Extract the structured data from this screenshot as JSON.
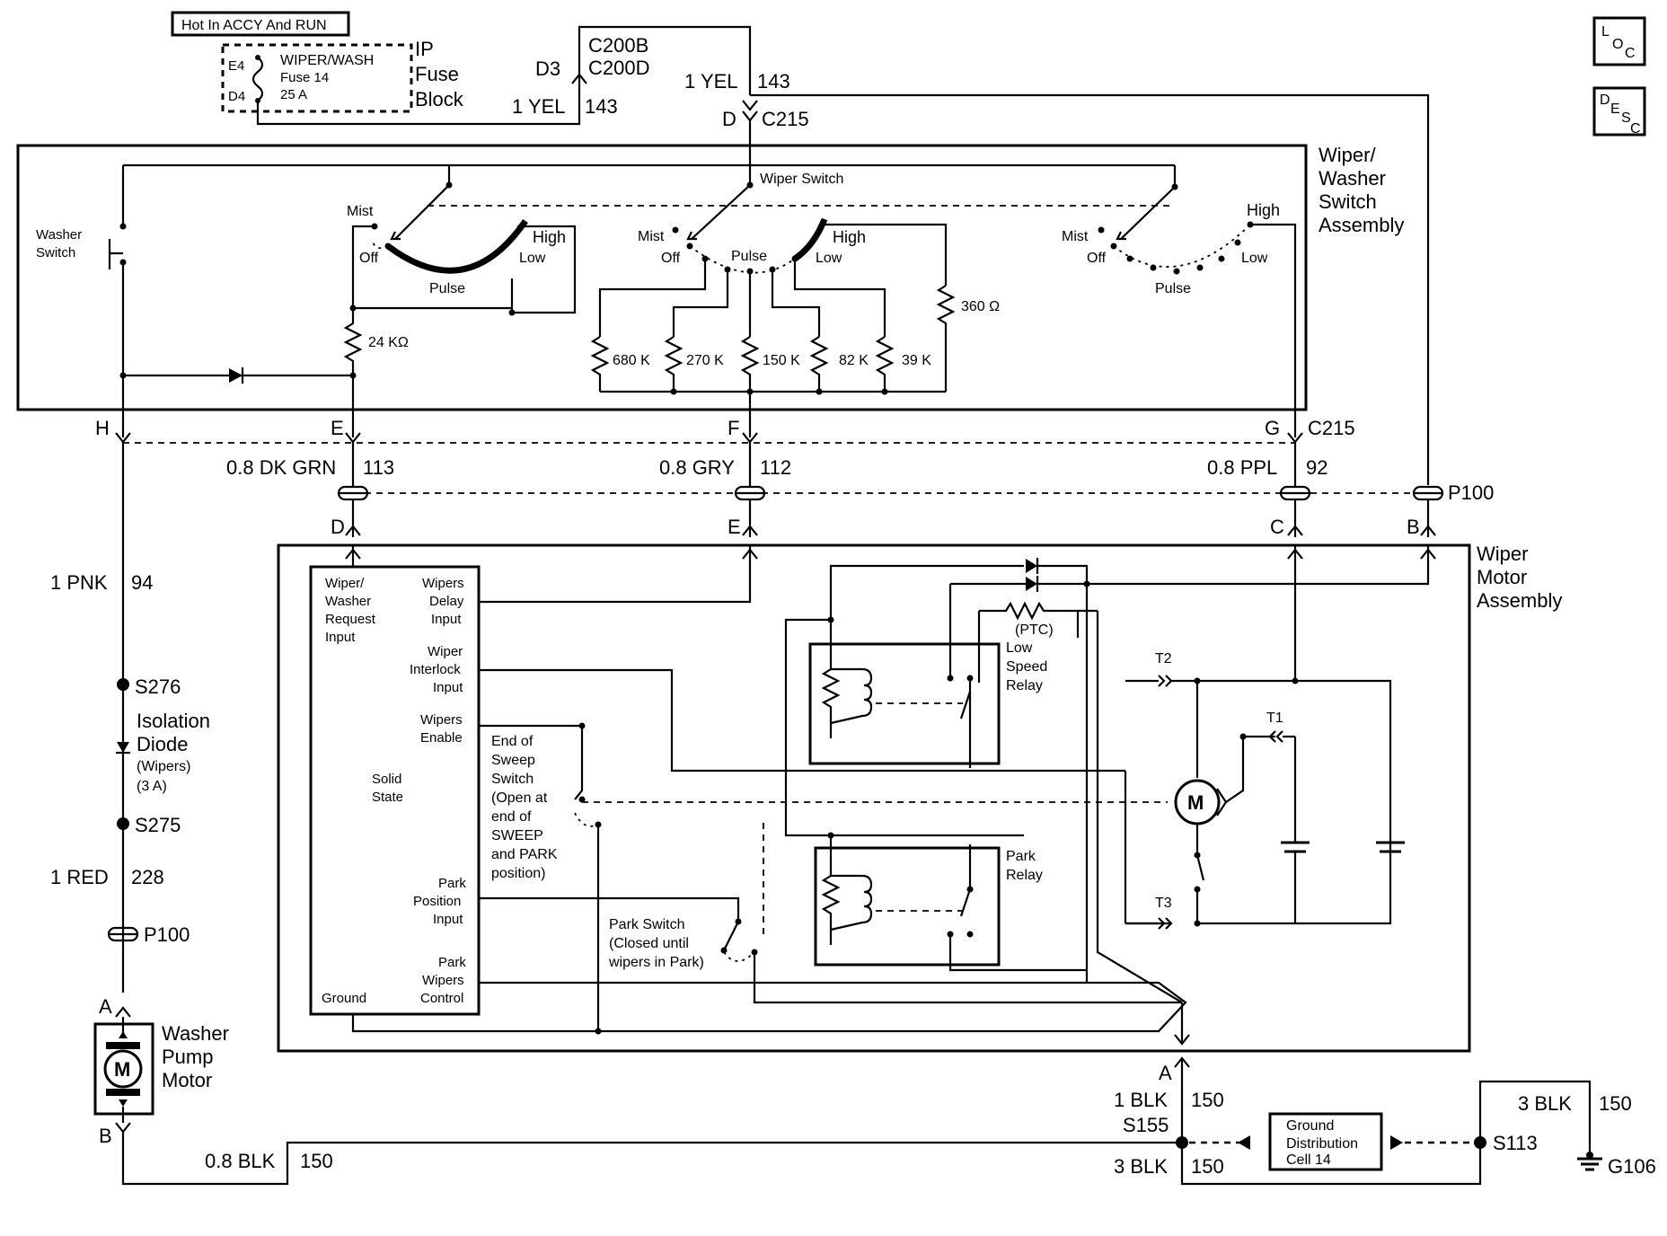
{
  "fuse": {
    "hot_label": "Hot In ACCY And RUN",
    "pin_top": "E4",
    "pin_bottom": "D4",
    "name": "WIPER/WASH",
    "fuse_no": "Fuse 14",
    "rating": "25 A",
    "block_l1": "IP",
    "block_l2": "Fuse",
    "block_l3": "Block"
  },
  "c200": {
    "pin": "D3",
    "name1": "C200B",
    "name2": "C200D",
    "wire1_color": "1 YEL",
    "wire1_circuit": "143",
    "wire2_color": "1 YEL",
    "wire2_circuit": "143"
  },
  "c215_top": {
    "pin": "D",
    "name": "C215"
  },
  "side_icons": {
    "loc": "LOC",
    "desc": "DESC"
  },
  "switch_assembly": {
    "title1": "Wiper/",
    "title2": "Washer",
    "title3": "Switch",
    "title4": "Assembly",
    "washer_switch1": "Washer",
    "washer_switch2": "Switch",
    "wiper_switch": "Wiper Switch",
    "mist": "Mist",
    "off": "Off",
    "pulse": "Pulse",
    "high": "High",
    "low": "Low",
    "r_24k": "24 KΩ",
    "r_680k": "680 K",
    "r_270k": "270 K",
    "r_150k": "150 K",
    "r_82k": "82 K",
    "r_39k": "39 K",
    "r_360": "360 Ω"
  },
  "c215_bottom": {
    "pin_h": "H",
    "pin_e": "E",
    "pin_f": "F",
    "pin_g": "G",
    "name": "C215"
  },
  "wires_mid": {
    "w113_color": "0.8 DK GRN",
    "w113_circuit": "113",
    "w112_color": "0.8 GRY",
    "w112_circuit": "112",
    "w92_color": "0.8 PPL",
    "w92_circuit": "92",
    "p100": "P100"
  },
  "motor_connector": {
    "pin_d": "D",
    "pin_e": "E",
    "pin_c": "C",
    "pin_b": "B"
  },
  "wiper_motor_assembly": {
    "title1": "Wiper",
    "title2": "Motor",
    "title3": "Assembly",
    "ss_wiper": "Wiper/",
    "ss_washer": "Washer",
    "ss_request": "Request",
    "ss_input": "Input",
    "ss_wipers1": "Wipers",
    "ss_delay": "Delay",
    "ss_input2": "Input",
    "ss_wiper2": "Wiper",
    "ss_interlock": "Interlock",
    "ss_input3": "Input",
    "ss_wipers2": "Wipers",
    "ss_enable": "Enable",
    "ss_solid": "Solid",
    "ss_state": "State",
    "ss_park": "Park",
    "ss_position": "Position",
    "ss_input4": "Input",
    "ss_park2": "Park",
    "ss_wipers3": "Wipers",
    "ss_control": "Control",
    "ss_ground": "Ground",
    "eos1": "End of",
    "eos2": "Sweep",
    "eos3": "Switch",
    "eos4": "(Open at",
    "eos5": "end of",
    "eos6": "SWEEP",
    "eos7": "and PARK",
    "eos8": "position)",
    "ps1": "Park Switch",
    "ps2": "(Closed until",
    "ps3": "wipers in Park)",
    "ptc": "(PTC)",
    "lsr1": "Low",
    "lsr2": "Speed",
    "lsr3": "Relay",
    "pr1": "Park",
    "pr2": "Relay",
    "t1": "T1",
    "t2": "T2",
    "t3": "T3",
    "motor": "M"
  },
  "left_column": {
    "h_color": "1 PNK",
    "h_circuit": "94",
    "s276": "S276",
    "iso1": "Isolation",
    "iso2": "Diode",
    "iso3": "(Wipers)",
    "iso4": "(3 A)",
    "s275": "S275",
    "red_color": "1 RED",
    "red_circuit": "228",
    "p100": "P100",
    "pin_a": "A",
    "pin_b": "B",
    "pump1": "Washer",
    "pump2": "Pump",
    "pump3": "Motor",
    "motor": "M",
    "blk_color": "0.8 BLK",
    "blk_circuit": "150"
  },
  "ground": {
    "pin_a": "A",
    "w1_color": "1 BLK",
    "w1_circuit": "150",
    "s155": "S155",
    "w2_color": "3 BLK",
    "w2_circuit": "150",
    "gdc1": "Ground",
    "gdc2": "Distribution",
    "gdc3": "Cell 14",
    "w3_color": "3 BLK",
    "w3_circuit": "150",
    "s113": "S113",
    "g106": "G106"
  }
}
